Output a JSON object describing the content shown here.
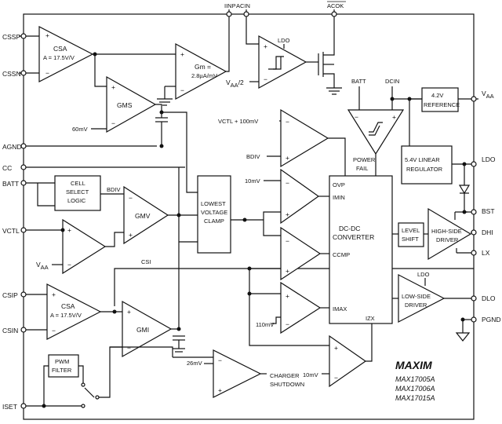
{
  "pins": {
    "cssp": "CSSP",
    "cssn": "CSSN",
    "agnd": "AGND",
    "cc": "CC",
    "batt": "BATT",
    "vctl": "VCTL",
    "vaa_left": "V",
    "csip": "CSIP",
    "csin": "CSIN",
    "iset": "ISET",
    "iinp": "IINP",
    "acin": "ACIN",
    "acok": "ACOK",
    "batt_top": "BATT",
    "dcin": "DCIN",
    "vaa_right": "V",
    "ldo": "LDO",
    "bst": "BST",
    "dhi": "DHI",
    "lx": "LX",
    "dlo": "DLO",
    "pgnd": "PGND"
  },
  "subscript": {
    "aa": "AA"
  },
  "blocks": {
    "csa_top": [
      "CSA",
      "A = 17.5V/V"
    ],
    "gm_top": [
      "Gm =",
      "2.8µA/mV"
    ],
    "gms": "GMS",
    "cell_select": [
      "CELL",
      "SELECT",
      "LOGIC"
    ],
    "gmv": "GMV",
    "lowest_clamp": [
      "LOWEST",
      "VOLTAGE",
      "CLAMP"
    ],
    "csa_bot": [
      "CSA",
      "A = 17.5V/V"
    ],
    "gmi": "GMI",
    "pwm_filter": [
      "PWM",
      "FILTER"
    ],
    "dcdc": [
      "DC-DC",
      "CONVERTER"
    ],
    "ovp": "OVP",
    "imin": "IMIN",
    "ccmp": "CCMP",
    "imax": "IMAX",
    "izx": "IZX",
    "level_shift": [
      "LEVEL",
      "SHIFT"
    ],
    "high_side": [
      "HIGH-SIDE",
      "DRIVER"
    ],
    "low_side": [
      "LOW-SIDE",
      "DRIVER"
    ],
    "reference": [
      "4.2V",
      "REFERENCE"
    ],
    "linear_reg": [
      "5.4V LINEAR",
      "REGULATOR"
    ],
    "power_fail": [
      "POWER",
      "FAIL"
    ]
  },
  "labels": {
    "v60mv": "60mV",
    "bdiv": "BDIV",
    "csi": "CSI",
    "vctl100": "VCTL + 100mV",
    "bdiv2": "BDIV",
    "v10mv_a": "10mV",
    "v110mv": "110mV",
    "v26mv": "26mV",
    "v10mv_b": "10mV",
    "charger_shutdown": [
      "CHARGER",
      "SHUTDOWN"
    ],
    "vaa2": "/2",
    "ldo_comp": "LDO",
    "ldo_lowside": "LDO"
  },
  "brand": {
    "logo": "MAXIM",
    "parts": [
      "MAX17005A",
      "MAX17006A",
      "MAX17015A"
    ]
  }
}
